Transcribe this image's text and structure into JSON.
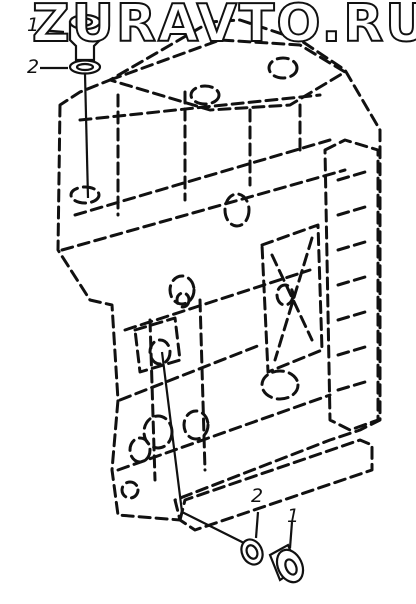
{
  "watermark": "ZURAVTO.RU",
  "callouts": {
    "top_plug": "1",
    "top_washer": "2",
    "bottom_washer": "2",
    "bottom_plug": "1"
  }
}
